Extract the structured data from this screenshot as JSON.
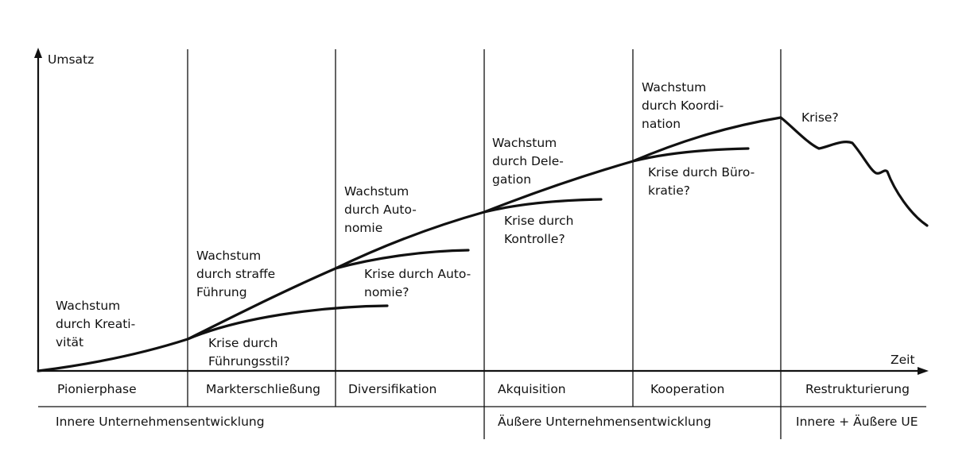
{
  "axes": {
    "y_label": "Umsatz",
    "x_label": "Zeit"
  },
  "phases": [
    "Pionierphase",
    "Markterschließung",
    "Diversifikation",
    "Akquisition",
    "Kooperation",
    "Restrukturierung"
  ],
  "development": [
    "Innere Unternehmensentwicklung",
    "Äußere Unternehmensentwicklung",
    "Innere + Äußere UE"
  ],
  "growth_labels": [
    [
      "Wachstum",
      "durch Kreati-",
      "vität"
    ],
    [
      "Wachstum",
      "durch straffe",
      "Führung"
    ],
    [
      "Wachstum",
      "durch Auto-",
      "nomie"
    ],
    [
      "Wachstum",
      "durch Dele-",
      "gation"
    ],
    [
      "Wachstum",
      "durch Koordi-",
      "nation"
    ]
  ],
  "crisis_labels": [
    [
      "Krise durch",
      "Führungsstil?"
    ],
    [
      "Krise durch Auto-",
      "nomie?"
    ],
    [
      "Krise durch",
      "Kontrolle?"
    ],
    [
      "Krise durch Büro-",
      "kratie?"
    ],
    [
      "Krise?"
    ]
  ]
}
